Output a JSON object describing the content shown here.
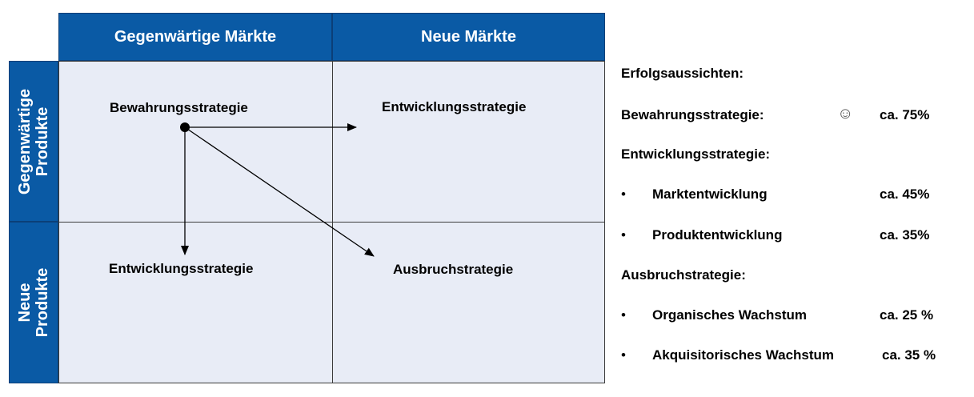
{
  "matrix": {
    "col_headers": [
      "Gegenwärtige Märkte",
      "Neue Märkte"
    ],
    "row_headers": [
      [
        "Gegenwärtige",
        "Produkte"
      ],
      [
        "Neue",
        "Produkte"
      ]
    ],
    "cells": {
      "top_left": "Bewahrungsstrategie",
      "top_right": "Entwicklungsstrategie",
      "bottom_left": "Entwicklungsstrategie",
      "bottom_right": "Ausbruchstrategie"
    }
  },
  "panel": {
    "heading": "Erfolgsaussichten:",
    "bewahrung_label": "Bewahrungsstrategie:",
    "bewahrung_value": "ca. 75%",
    "entwicklung_heading": "Entwicklungsstrategie:",
    "entwicklung_items": [
      {
        "label": "Marktentwicklung",
        "value": "ca. 45%"
      },
      {
        "label": "Produktentwicklung",
        "value": "ca. 35%"
      }
    ],
    "ausbruch_heading": "Ausbruchstrategie:",
    "ausbruch_items": [
      {
        "label": "Organisches Wachstum",
        "value": "ca. 25 %"
      },
      {
        "label": "Akquisitorisches Wachstum",
        "value": "ca. 35 %"
      }
    ],
    "bullet": "•",
    "icon": "smiley-face-icon"
  }
}
